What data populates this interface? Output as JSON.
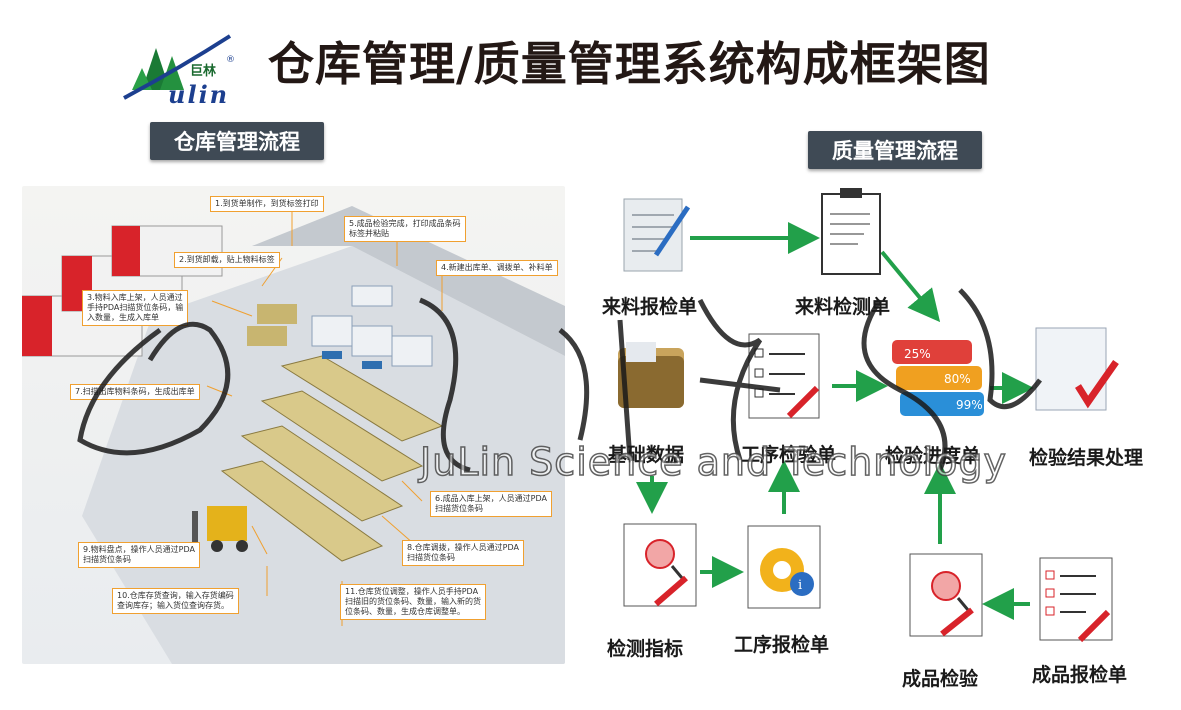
{
  "header": {
    "logo_cn": "巨林",
    "logo_en": "ulin",
    "title": "仓库管理/质量管理系统构成框架图"
  },
  "sections": {
    "warehouse": "仓库管理流程",
    "quality": "质量管理流程"
  },
  "warehouse_notes": [
    "1.到货单制作，到货标签打印",
    "2.到货卸载，贴上物料标签",
    "3.物料入库上架，人员通过\n手持PDA扫描货位条码，输\n入数量，生成入库单",
    "5.成品检验完成，打印成品条码\n标签并粘贴",
    "4.新建出库单、调拨单、补料单",
    "7.扫描出库物料条码，生成出库单",
    "6.成品入库上架，人员通过PDA\n扫描货位条码",
    "8.仓库调拨，操作人员通过PDA\n扫描货位条码",
    "9.物料盘点，操作人员通过PDA\n扫描货位条码",
    "10.仓库存货查询，输入存货编码\n查询库存；输入货位查询存货。",
    "11.仓库货位调整，操作人员手持PDA\n扫描旧的货位条码、数量，输入新的货\n位条码、数量，生成仓库调整单。"
  ],
  "quality_nodes": {
    "incoming_report": "来料报检单",
    "incoming_inspection": "来料检测单",
    "basic_data": "基础数据",
    "process_inspection": "工序检验单",
    "inspection_progress": "检验进度单",
    "result_processing": "检验结果处理",
    "test_indicators": "检测指标",
    "process_report": "工序报检单",
    "product_inspection": "成品检验",
    "product_report": "成品报检单"
  },
  "progress_badges": [
    "25%",
    "80%",
    "99%"
  ],
  "watermark": {
    "text": "JuLin Science and Technology"
  },
  "colors": {
    "arrow": "#22a04a",
    "section_bg": "#3f4a55",
    "logo_green": "#1a6a2f",
    "logo_blue": "#1c3f8f",
    "note_border": "#f0a030"
  }
}
